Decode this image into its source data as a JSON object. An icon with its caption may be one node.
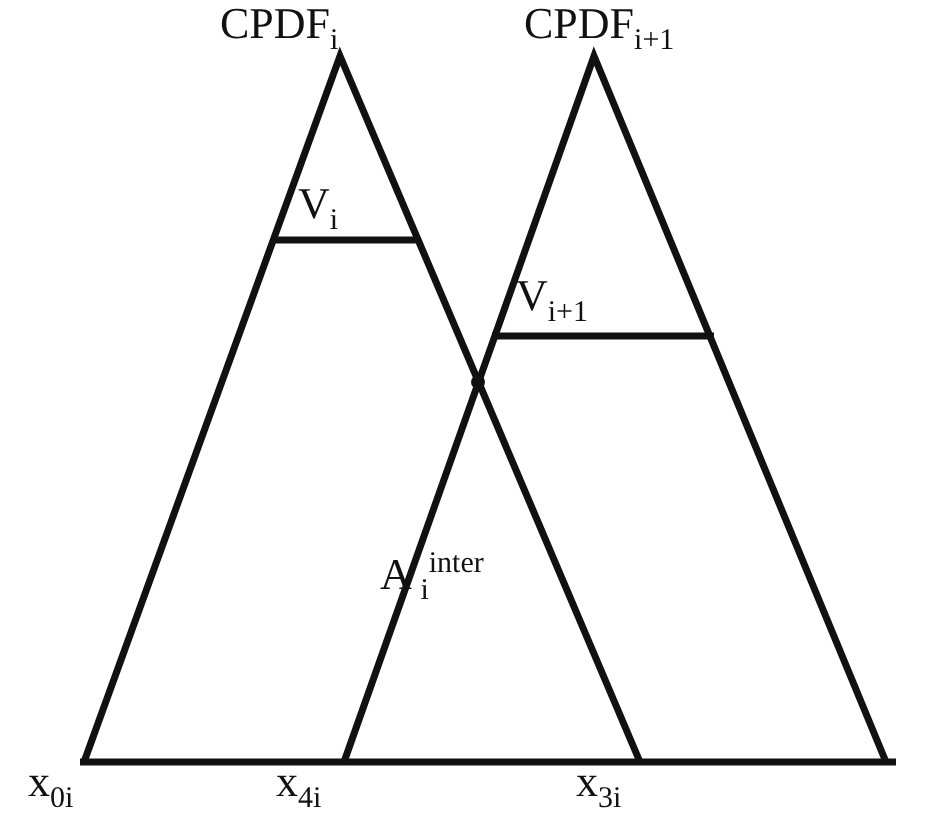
{
  "diagram": {
    "labels": [
      "CPDF$_{i}$",
      "CPDF$_{i+1}$",
      "V$_{i}$",
      "V$_{i+1}$",
      "A $_{i}$$^{inter}$",
      "x$_{0i}$",
      "x$_{4i}$",
      "x$_{3i}$"
    ]
  }
}
